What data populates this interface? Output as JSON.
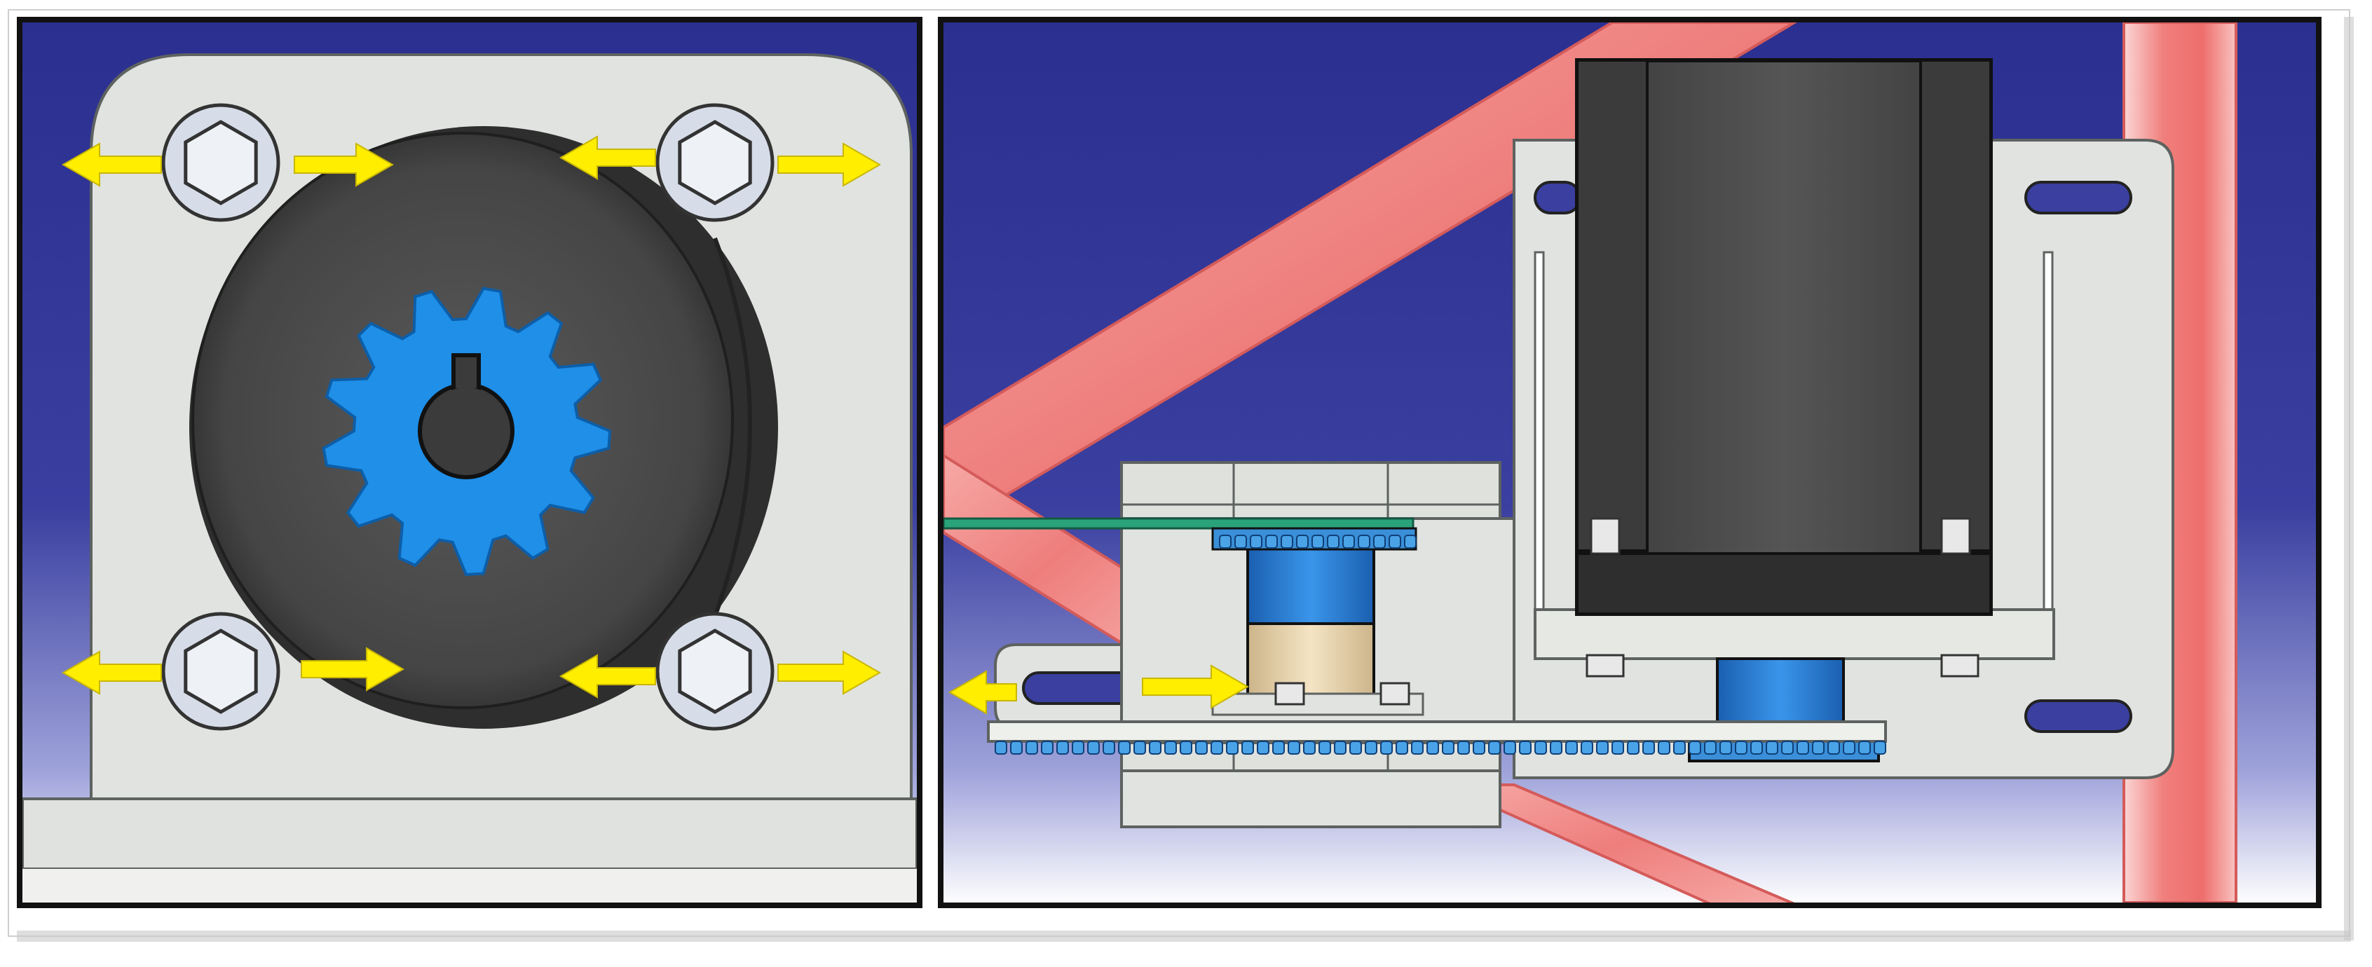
{
  "figure": {
    "panels": [
      {
        "id": "left",
        "view": "front",
        "parts": [
          "mounting-plate",
          "motor-hub",
          "sprocket",
          "bolt",
          "bolt",
          "bolt",
          "bolt"
        ],
        "sprocket_teeth": 13,
        "bolt_count": 4,
        "arrow_pairs": 4
      },
      {
        "id": "right",
        "view": "side",
        "parts": [
          "frame-tube",
          "motor-body",
          "motor-bracket",
          "idler-block",
          "bearing",
          "coupling",
          "chain",
          "belt-guide"
        ],
        "arrow_pairs": 1
      }
    ],
    "colors": {
      "background_top": "#2b2f8f",
      "background_bottom": "#ffffff",
      "plate": "#e0e3df",
      "plate_edge": "#5e6260",
      "motor": "#4a4a4a",
      "motor_dark": "#2e2e2e",
      "sprocket": "#1f8fe8",
      "arrow": "#ffee00",
      "frame_tube": "#f08a8a",
      "frame_tube_light": "#fbd1cf",
      "coupling_blue": "#2a7fd8",
      "coupling_beige": "#ead7b2",
      "chain": "#4aa3e6",
      "belt": "#2aa37a",
      "border": "#111111"
    }
  }
}
